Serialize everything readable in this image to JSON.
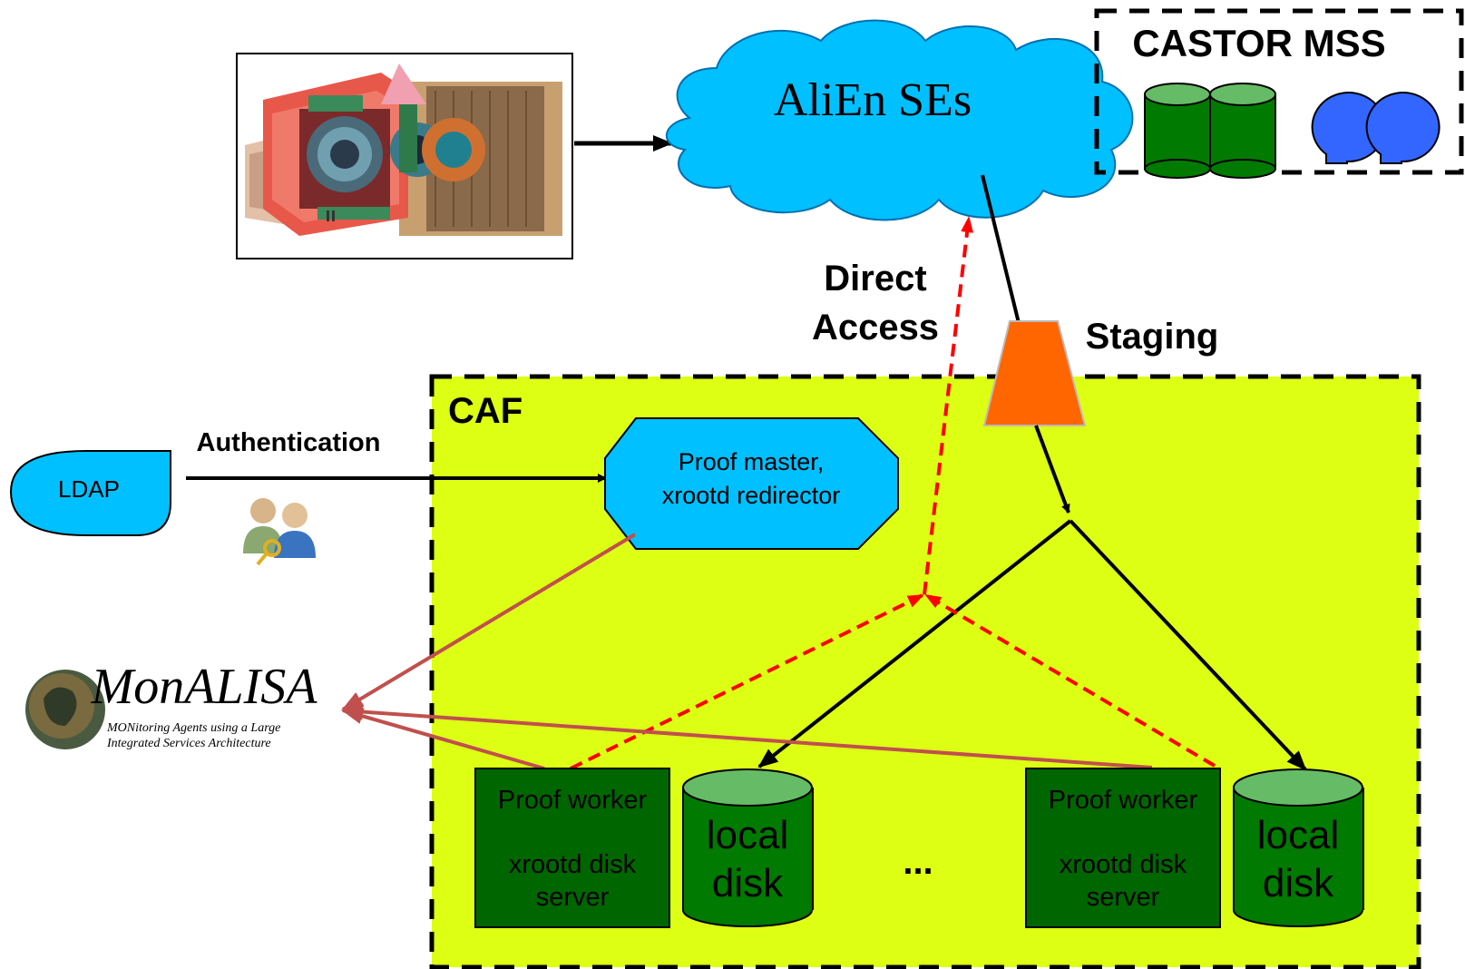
{
  "cloud": {
    "label": "AliEn SEs"
  },
  "castor": {
    "label": "CASTOR MSS"
  },
  "caf": {
    "label": "CAF"
  },
  "ldap": {
    "label": "LDAP"
  },
  "auth": {
    "label": "Authentication"
  },
  "master": {
    "line1": "Proof master,",
    "line2": "xrootd redirector"
  },
  "direct_access": {
    "line1": "Direct",
    "line2": "Access"
  },
  "staging": {
    "label": "Staging"
  },
  "monalisa": {
    "title": "MonALISA",
    "sub1": "MONitoring Agents using a Large",
    "sub2": "Integrated Services Architecture"
  },
  "worker_left": {
    "line1": "Proof worker",
    "line2": "xrootd disk",
    "line3": "server"
  },
  "worker_right": {
    "line1": "Proof worker",
    "line2": "xrootd disk",
    "line3": "server"
  },
  "disk_left": {
    "line1": "local",
    "line2": "disk"
  },
  "disk_right": {
    "line1": "local",
    "line2": "disk"
  },
  "ellipsis": "...",
  "colors": {
    "caf_fill": "#ddff14",
    "cloud_fill": "#00c0ff",
    "worker_fill": "#006600",
    "disk_top": "#66bb66",
    "staging_fill": "#ff6600",
    "direct_arrow": "#ff0000",
    "monitor_arrow": "#c0504d",
    "tape_fill": "#3366ff"
  },
  "icons": [
    "detector-image",
    "users-key-icon",
    "monalisa-globe-icon",
    "tape-drive-icon"
  ]
}
